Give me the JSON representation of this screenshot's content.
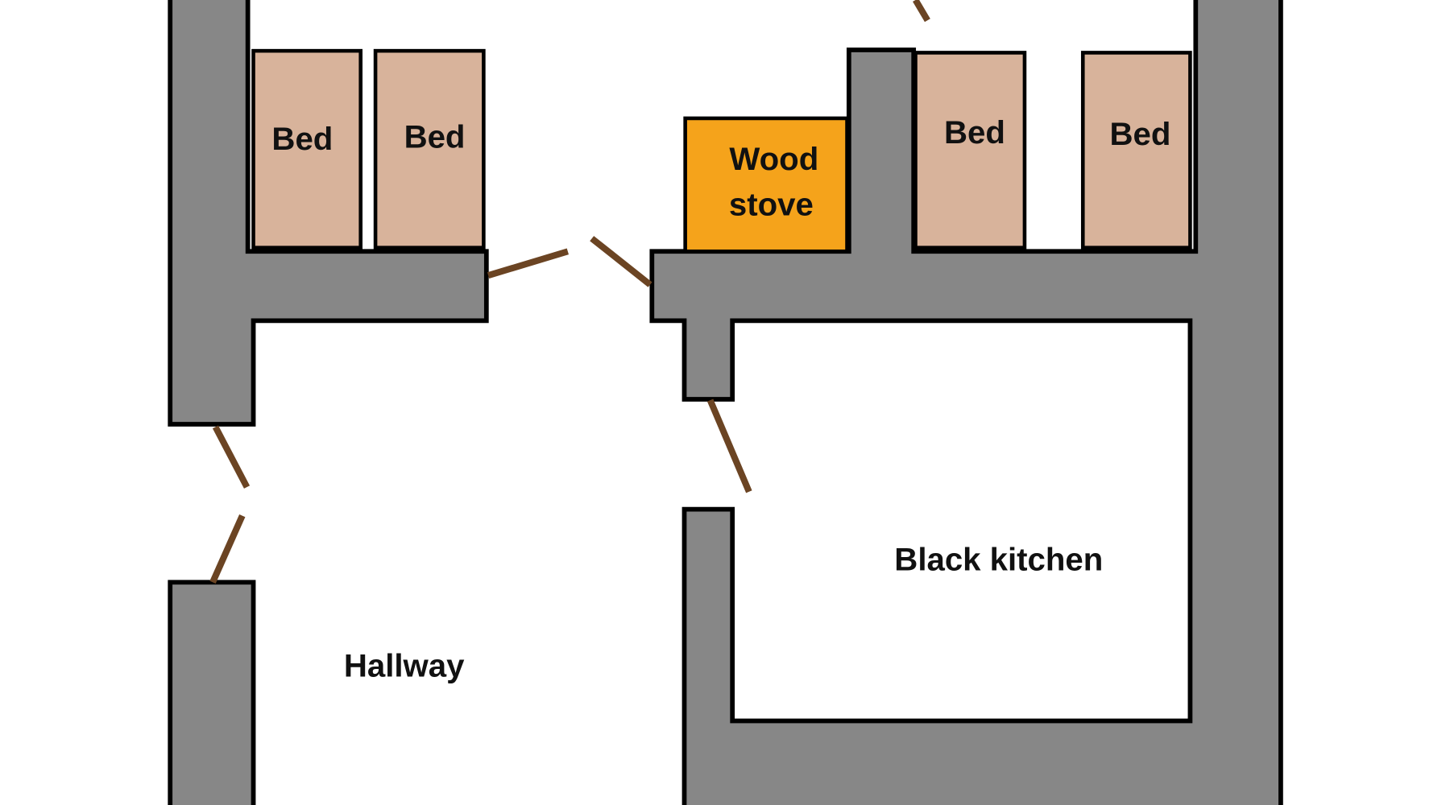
{
  "labels": {
    "bed_1": "Bed",
    "bed_2": "Bed",
    "bed_3": "Bed",
    "bed_4": "Bed",
    "stove_line1": "Wood",
    "stove_line2": "stove",
    "black_kitchen": "Black kitchen",
    "hallway": "Hallway"
  },
  "colors": {
    "wall": "#878787",
    "bed": "#d8b39b",
    "stove": "#f5a31b",
    "door": "#6b4423"
  }
}
